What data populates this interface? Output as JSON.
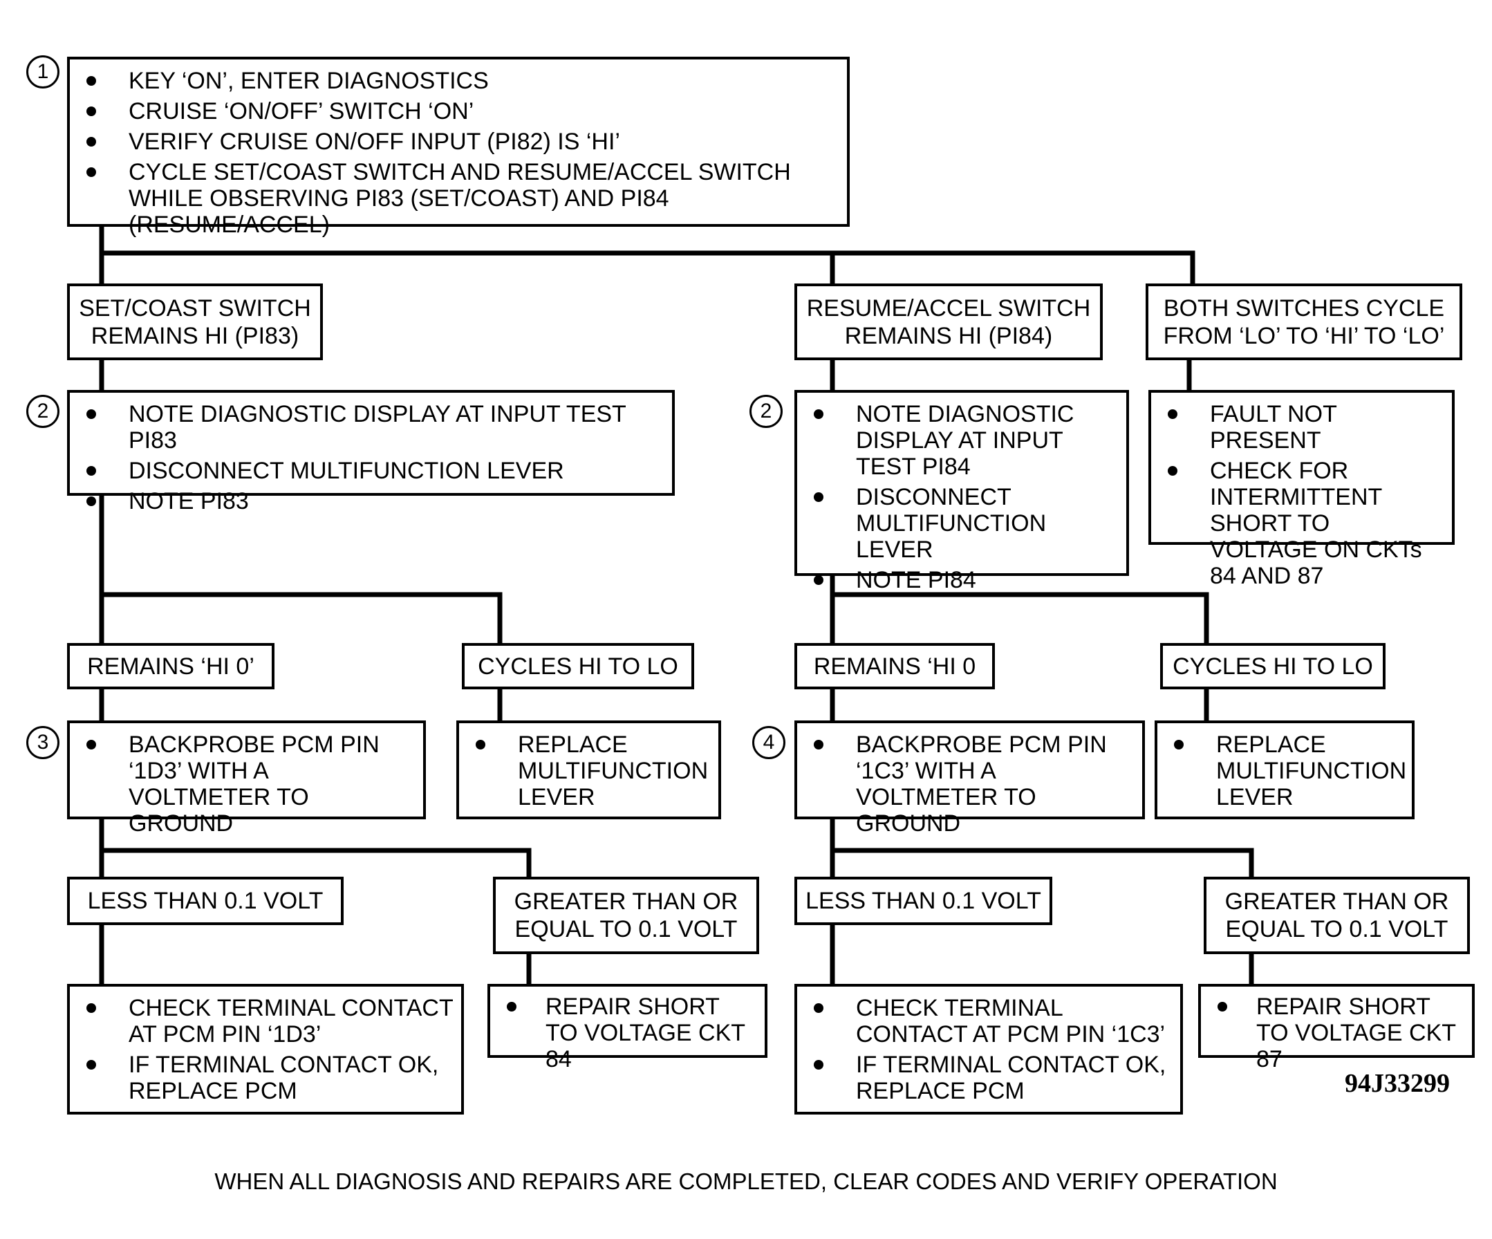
{
  "start": {
    "step": "1",
    "items": [
      "KEY ‘ON’, ENTER DIAGNOSTICS",
      "CRUISE ‘ON/OFF’ SWITCH ‘ON’",
      "VERIFY CRUISE ON/OFF INPUT (PI82) IS ‘HI’",
      "CYCLE SET/COAST SWITCH AND RESUME/ACCEL SWITCH WHILE OBSERVING PI83 (SET/COAST) AND PI84 (RESUME/ACCEL)"
    ]
  },
  "left": {
    "condition": "SET/COAST SWITCH\nREMAINS HI (PI83)",
    "step2": {
      "step": "2",
      "items": [
        "NOTE DIAGNOSTIC DISPLAY AT INPUT TEST PI83",
        "DISCONNECT MULTIFUNCTION LEVER",
        "NOTE PI83"
      ]
    },
    "remains": "REMAINS ‘HI  0’",
    "cycles": "CYCLES HI TO LO",
    "step3": {
      "step": "3",
      "items": [
        "BACKPROBE PCM PIN ‘1D3’ WITH A VOLTMETER TO GROUND"
      ]
    },
    "replace": [
      "REPLACE MULTIFUNCTION LEVER"
    ],
    "less": "LESS THAN 0.1 VOLT",
    "greater": "GREATER THAN OR\nEQUAL TO 0.1 VOLT",
    "check": [
      "CHECK TERMINAL CONTACT AT PCM PIN ‘1D3’",
      "IF TERMINAL CONTACT OK, REPLACE PCM"
    ],
    "repair": [
      "REPAIR SHORT TO VOLTAGE CKT 84"
    ]
  },
  "middle": {
    "condition": "RESUME/ACCEL SWITCH\nREMAINS HI (PI84)",
    "step2": {
      "step": "2",
      "items": [
        "NOTE DIAGNOSTIC DISPLAY AT INPUT TEST PI84",
        "DISCONNECT MULTIFUNCTION LEVER",
        "NOTE  PI84"
      ]
    },
    "remains": "REMAINS ‘HI  0",
    "cycles": "CYCLES HI TO LO",
    "step4": {
      "step": "4",
      "items": [
        "BACKPROBE PCM PIN ‘1C3’ WITH A VOLTMETER TO GROUND"
      ]
    },
    "replace": [
      "REPLACE MULTIFUNCTION LEVER"
    ],
    "less": "LESS THAN 0.1 VOLT",
    "greater": "GREATER THAN OR\nEQUAL TO 0.1 VOLT",
    "check": [
      "CHECK TERMINAL CONTACT AT PCM PIN ‘1C3’",
      "IF TERMINAL CONTACT OK, REPLACE PCM"
    ],
    "repair": [
      "REPAIR SHORT TO VOLTAGE CKT 87"
    ]
  },
  "right": {
    "condition": "BOTH SWITCHES CYCLE\nFROM ‘LO’ TO ‘HI’ TO ‘LO’",
    "items": [
      "FAULT NOT PRESENT",
      "CHECK FOR INTERMITTENT SHORT TO VOLTAGE ON CKTs 84 AND 87"
    ]
  },
  "figure_code": "94J33299",
  "footer": "WHEN ALL DIAGNOSIS AND REPAIRS ARE COMPLETED, CLEAR CODES AND VERIFY OPERATION"
}
